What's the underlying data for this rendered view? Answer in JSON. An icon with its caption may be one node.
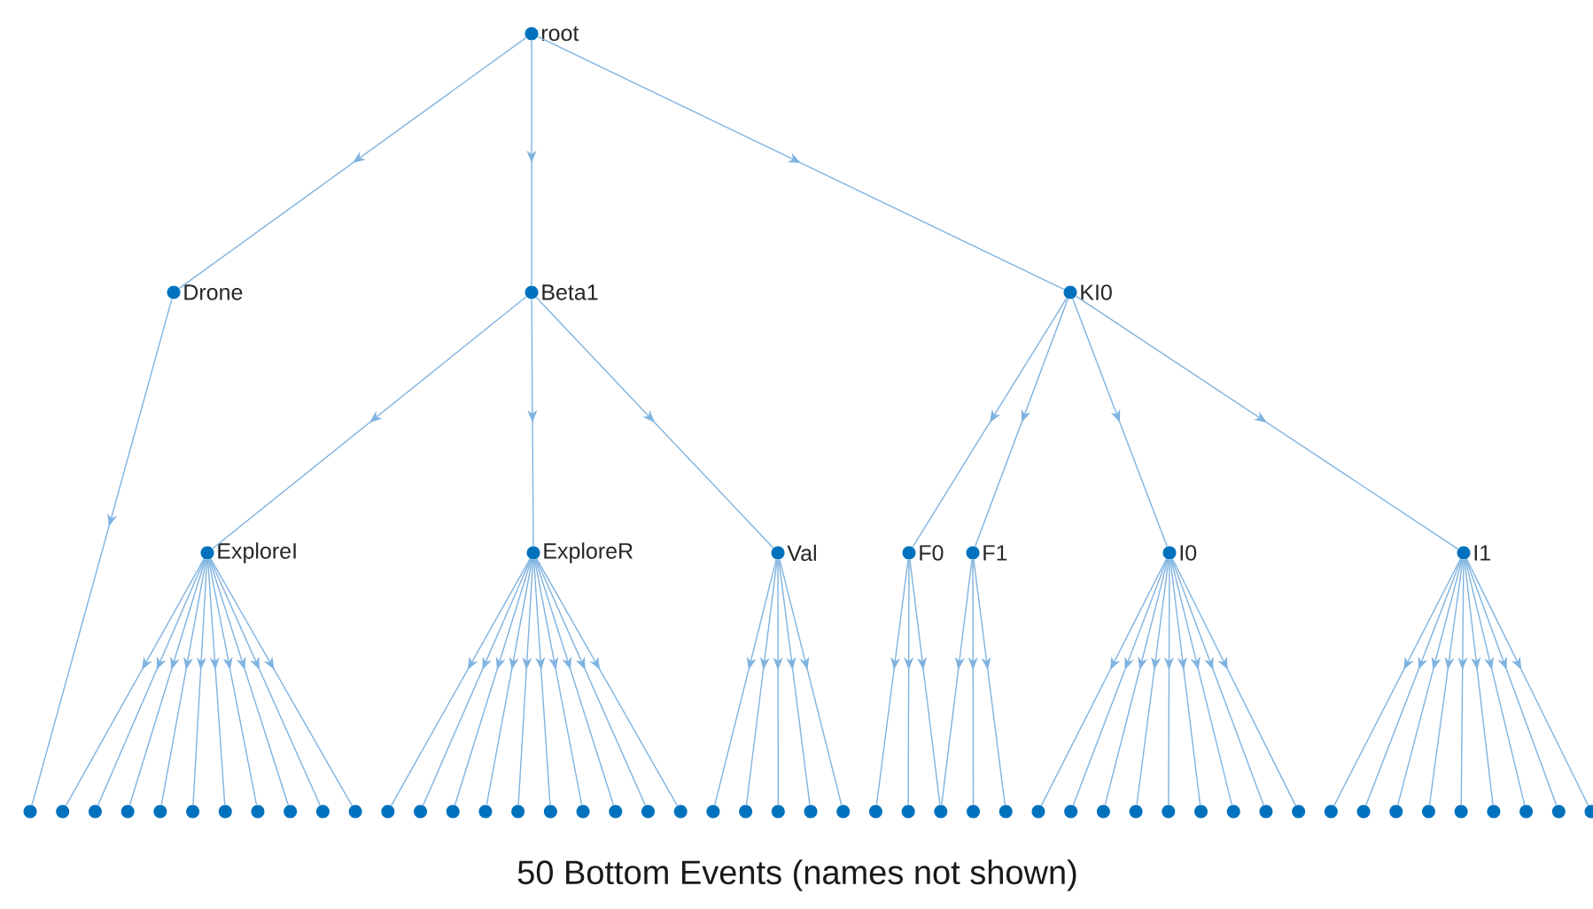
{
  "diagram": {
    "caption": "50 Bottom Events (names not shown)",
    "nodes": [
      {
        "text": [
          "root"
        ]
      },
      {
        "text": [
          "Drone"
        ]
      },
      {
        "text": [
          "Beta1"
        ]
      },
      {
        "text": [
          "KI0"
        ]
      },
      {
        "text": [
          "ExploreI"
        ]
      },
      {
        "text": [
          "ExploreR"
        ]
      },
      {
        "text": [
          "Val"
        ]
      },
      {
        "text": [
          "F0"
        ]
      },
      {
        "text": [
          "F1"
        ]
      },
      {
        "text": [
          "I0"
        ]
      },
      {
        "text": [
          "I1"
        ]
      },
      {
        "text": [],
        "shape": "circle"
      },
      {
        "text": [],
        "shape": "circle"
      },
      {
        "text": [],
        "shape": "circle"
      },
      {
        "text": [],
        "shape": "circle"
      },
      {
        "text": [],
        "shape": "circle"
      },
      {
        "text": [],
        "shape": "circle"
      },
      {
        "text": [],
        "shape": "circle"
      },
      {
        "text": [],
        "shape": "circle"
      },
      {
        "text": [],
        "shape": "circle"
      },
      {
        "text": [],
        "shape": "circle"
      },
      {
        "text": [],
        "shape": "circle"
      },
      {
        "text": [],
        "shape": "circle"
      },
      {
        "text": [],
        "shape": "circle"
      },
      {
        "text": [],
        "shape": "circle"
      },
      {
        "text": [],
        "shape": "circle"
      },
      {
        "text": [],
        "shape": "circle"
      },
      {
        "text": [],
        "shape": "circle"
      },
      {
        "text": [],
        "shape": "circle"
      },
      {
        "text": [],
        "shape": "circle"
      },
      {
        "text": [],
        "shape": "circle"
      },
      {
        "text": [],
        "shape": "circle"
      },
      {
        "text": [],
        "shape": "circle"
      },
      {
        "text": [],
        "shape": "circle"
      },
      {
        "text": [],
        "shape": "circle"
      },
      {
        "text": [],
        "shape": "circle"
      },
      {
        "text": [],
        "shape": "circle"
      },
      {
        "text": [],
        "shape": "circle"
      },
      {
        "text": [],
        "shape": "circle"
      },
      {
        "text": [],
        "shape": "circle"
      },
      {
        "text": [],
        "shape": "circle"
      },
      {
        "text": [],
        "shape": "circle"
      },
      {
        "text": [],
        "shape": "circle"
      },
      {
        "text": [],
        "shape": "circle"
      },
      {
        "text": [],
        "shape": "circle"
      },
      {
        "text": [],
        "shape": "circle"
      },
      {
        "text": [],
        "shape": "circle"
      },
      {
        "text": [],
        "shape": "circle"
      },
      {
        "text": [],
        "shape": "circle"
      },
      {
        "text": [],
        "shape": "circle"
      },
      {
        "text": [],
        "shape": "circle"
      },
      {
        "text": [],
        "shape": "circle"
      },
      {
        "text": [],
        "shape": "circle"
      },
      {
        "text": [],
        "shape": "circle"
      },
      {
        "text": [],
        "shape": "circle"
      },
      {
        "text": [],
        "shape": "circle"
      },
      {
        "text": [],
        "shape": "circle"
      },
      {
        "text": [],
        "shape": "circle"
      },
      {
        "text": [],
        "shape": "circle"
      },
      {
        "text": [],
        "shape": "circle"
      }
    ],
    "edges": [
      {
        "from": 0,
        "to": 1,
        "arrow": "to"
      },
      {
        "from": 0,
        "to": 2,
        "arrow": "to"
      },
      {
        "from": 0,
        "to": 3,
        "arrow": "to"
      },
      {
        "from": 1,
        "to": 11,
        "arrow": "to"
      },
      {
        "from": 2,
        "to": 4,
        "arrow": "to"
      },
      {
        "from": 2,
        "to": 5,
        "arrow": "to"
      },
      {
        "from": 2,
        "to": 6,
        "arrow": "to"
      },
      {
        "from": 3,
        "to": 7,
        "arrow": "to"
      },
      {
        "from": 3,
        "to": 8,
        "arrow": "to"
      },
      {
        "from": 3,
        "to": 9,
        "arrow": "to"
      },
      {
        "from": 3,
        "to": 10,
        "arrow": "to"
      },
      {
        "from": 4,
        "to": 12,
        "arrow": "to"
      },
      {
        "from": 4,
        "to": 13,
        "arrow": "to"
      },
      {
        "from": 4,
        "to": 14,
        "arrow": "to"
      },
      {
        "from": 4,
        "to": 15,
        "arrow": "to"
      },
      {
        "from": 4,
        "to": 16,
        "arrow": "to"
      },
      {
        "from": 4,
        "to": 17,
        "arrow": "to"
      },
      {
        "from": 4,
        "to": 18,
        "arrow": "to"
      },
      {
        "from": 4,
        "to": 19,
        "arrow": "to"
      },
      {
        "from": 4,
        "to": 20,
        "arrow": "to"
      },
      {
        "from": 4,
        "to": 21,
        "arrow": "to"
      },
      {
        "from": 5,
        "to": 22,
        "arrow": "to"
      },
      {
        "from": 5,
        "to": 23,
        "arrow": "to"
      },
      {
        "from": 5,
        "to": 24,
        "arrow": "to"
      },
      {
        "from": 5,
        "to": 25,
        "arrow": "to"
      },
      {
        "from": 5,
        "to": 26,
        "arrow": "to"
      },
      {
        "from": 5,
        "to": 27,
        "arrow": "to"
      },
      {
        "from": 5,
        "to": 28,
        "arrow": "to"
      },
      {
        "from": 5,
        "to": 29,
        "arrow": "to"
      },
      {
        "from": 5,
        "to": 30,
        "arrow": "to"
      },
      {
        "from": 5,
        "to": 31,
        "arrow": "to"
      },
      {
        "from": 6,
        "to": 32,
        "arrow": "to"
      },
      {
        "from": 6,
        "to": 33,
        "arrow": "to"
      },
      {
        "from": 6,
        "to": 34,
        "arrow": "to"
      },
      {
        "from": 6,
        "to": 35,
        "arrow": "to"
      },
      {
        "from": 6,
        "to": 36,
        "arrow": "to"
      },
      {
        "from": 7,
        "to": 37,
        "arrow": "to"
      },
      {
        "from": 7,
        "to": 38,
        "arrow": "to"
      },
      {
        "from": 7,
        "to": 39,
        "arrow": "to"
      },
      {
        "from": 8,
        "to": 39,
        "arrow": "to"
      },
      {
        "from": 8,
        "to": 40,
        "arrow": "to"
      },
      {
        "from": 8,
        "to": 41,
        "arrow": "to"
      },
      {
        "from": 9,
        "to": 42,
        "arrow": "to"
      },
      {
        "from": 9,
        "to": 43,
        "arrow": "to"
      },
      {
        "from": 9,
        "to": 44,
        "arrow": "to"
      },
      {
        "from": 9,
        "to": 45,
        "arrow": "to"
      },
      {
        "from": 9,
        "to": 46,
        "arrow": "to"
      },
      {
        "from": 9,
        "to": 47,
        "arrow": "to"
      },
      {
        "from": 9,
        "to": 48,
        "arrow": "to"
      },
      {
        "from": 9,
        "to": 49,
        "arrow": "to"
      },
      {
        "from": 9,
        "to": 50,
        "arrow": "to"
      },
      {
        "from": 10,
        "to": 51,
        "arrow": "to"
      },
      {
        "from": 10,
        "to": 52,
        "arrow": "to"
      },
      {
        "from": 10,
        "to": 53,
        "arrow": "to"
      },
      {
        "from": 10,
        "to": 54,
        "arrow": "to"
      },
      {
        "from": 10,
        "to": 55,
        "arrow": "to"
      },
      {
        "from": 10,
        "to": 56,
        "arrow": "to"
      },
      {
        "from": 10,
        "to": 57,
        "arrow": "to"
      },
      {
        "from": 10,
        "to": 58,
        "arrow": "to"
      },
      {
        "from": 10,
        "to": 59,
        "arrow": "to"
      }
    ]
  }
}
